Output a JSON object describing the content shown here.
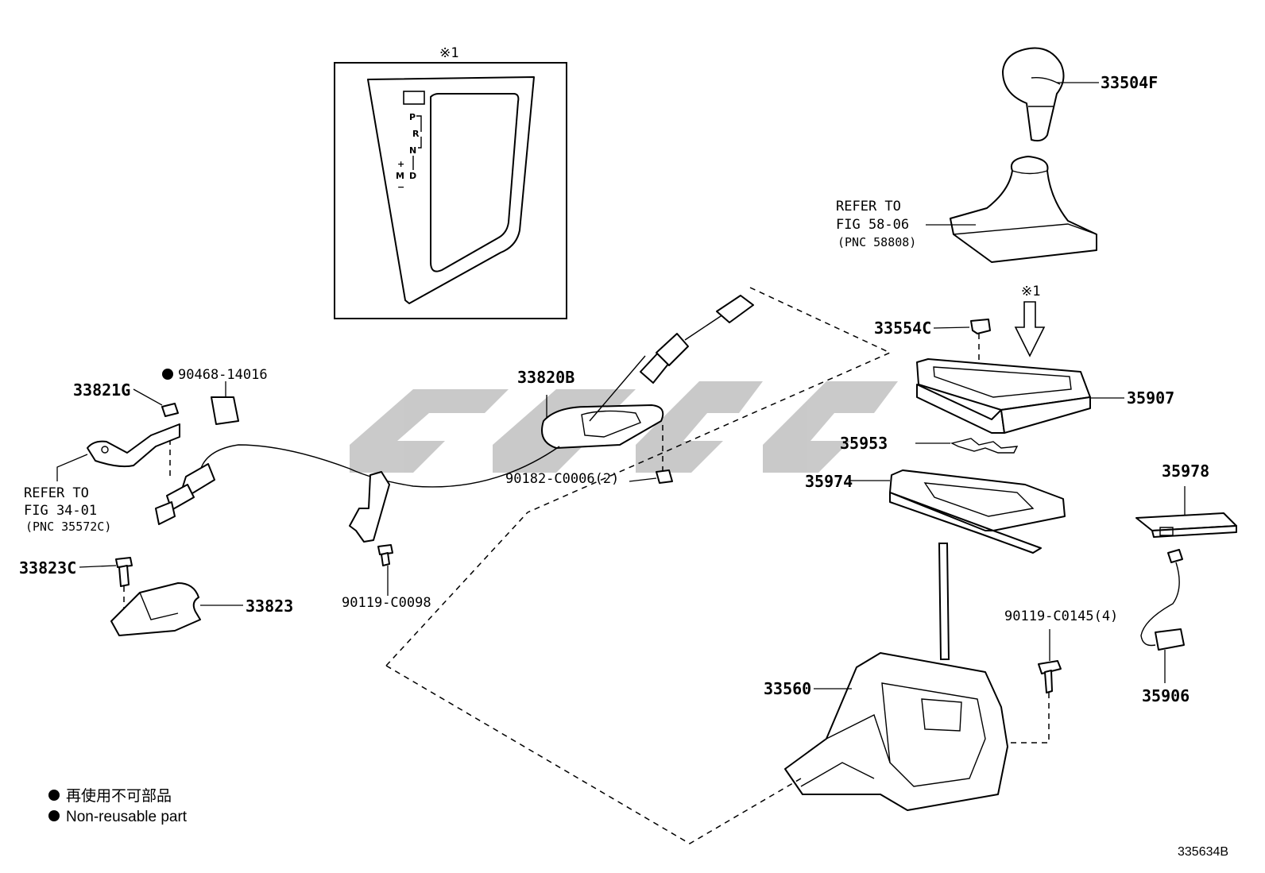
{
  "diagram": {
    "callout_box_title": "※1",
    "gate_labels": [
      "P",
      "R",
      "N",
      "D",
      "M",
      "+",
      "−"
    ],
    "callouts": {
      "knob": "33504F",
      "refer_58_line1": "REFER TO",
      "refer_58_line2": "FIG 58-06",
      "refer_58_line3": "(PNC 58808)",
      "arrow_mark": "※1",
      "cap": "33554C",
      "housing": "35907",
      "spring": "35953",
      "plate": "35974",
      "sensor_board": "35978",
      "harness": "35906",
      "screw_90119_c0145": "90119-C0145(4)",
      "shift_lever": "33560",
      "cable": "33820B",
      "nut_90182": "90182-C0006(2)",
      "screw_90119_c0098": "90119-C0098",
      "clip_90468": "90468-14016",
      "nut_33821g": "33821G",
      "refer_34_line1": "REFER TO",
      "refer_34_line2": "FIG 34-01",
      "refer_34_line3": "(PNC 35572C)",
      "bolt_33823c": "33823C",
      "bracket_33823": "33823"
    },
    "legend": {
      "jp": "再使用不可部品",
      "en": "Non-reusable part"
    },
    "figure_id": "335634B",
    "watermark_color": "#9e9e9e"
  }
}
